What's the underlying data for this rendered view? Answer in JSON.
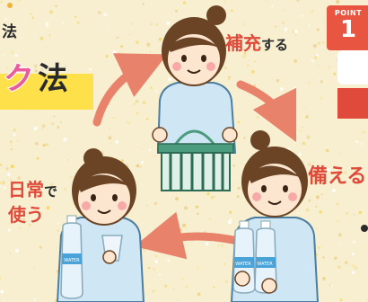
{
  "left_heading": {
    "small_char": "法",
    "big_ku": "ク",
    "big_ho": "法"
  },
  "labels": {
    "hojuu_kanji": "補充",
    "hojuu_kana": "する",
    "sonaeru": "備える",
    "nichijo_kanji": "日常",
    "nichijo_kana": "で",
    "tsukau": "使う"
  },
  "point_badge": {
    "word": "POINT",
    "number": "1"
  },
  "bottle_text": "WATER",
  "colors": {
    "background": "#f7efd0",
    "arrow": "#e9826b",
    "accent_red": "#e04a3a",
    "title_pink": "#ea5b9c",
    "highlight_yellow": "#fde04a",
    "shirt_blue": "#cfe6f4",
    "basket_green": "#4b9b7e",
    "hair_brown": "#6b4426"
  },
  "icons": [
    "cycle-arrow-icon",
    "woman-basket-icon",
    "woman-bottles-icon",
    "woman-cup-icon",
    "water-bottle-icon",
    "basket-icon"
  ]
}
